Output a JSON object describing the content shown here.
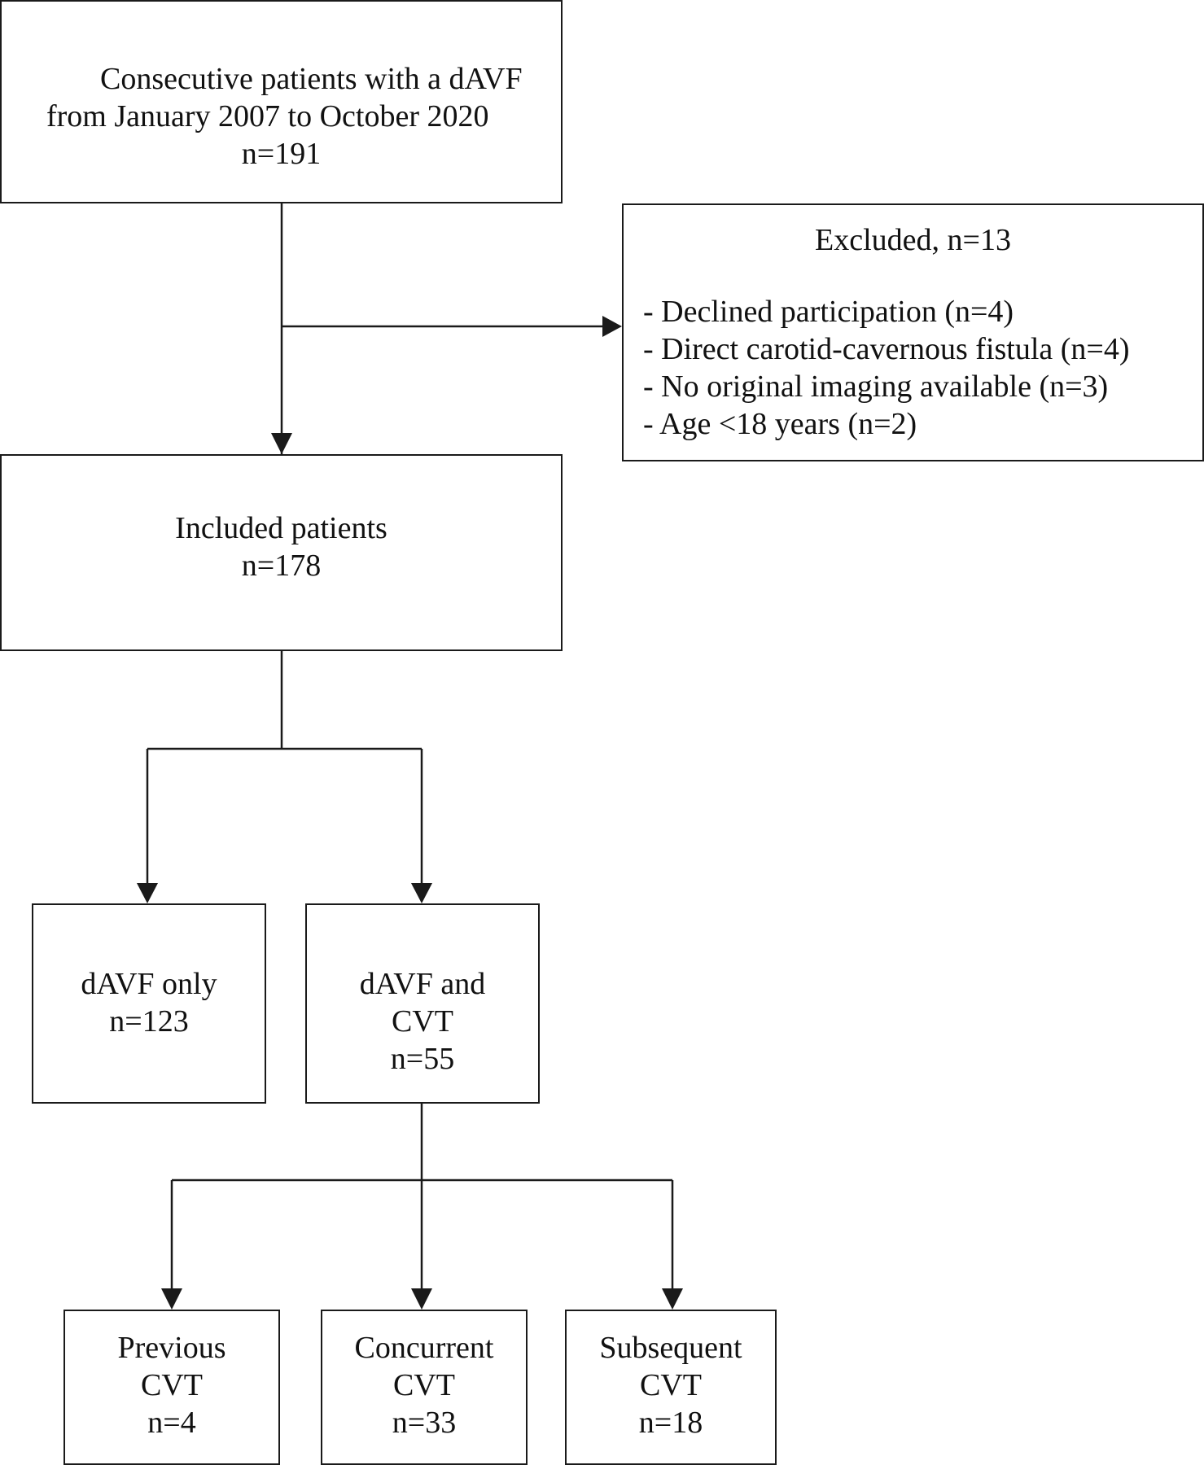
{
  "boxes": {
    "start": {
      "line1": "Consecutive patients with a dAVF",
      "line2": "from January 2007 to October 2020",
      "count": "n=191"
    },
    "excluded": {
      "title": "Excluded, n=13",
      "reasons": [
        "- Declined participation (n=4)",
        "- Direct carotid-cavernous fistula (n=4)",
        "- No original imaging available (n=3)",
        "- Age <18 years (n=2)"
      ]
    },
    "included": {
      "label": "Included patients",
      "count": "n=178"
    },
    "davf_only": {
      "label": "dAVF only",
      "count": "n=123"
    },
    "davf_cvt": {
      "line1": "dAVF and",
      "line2": "CVT",
      "count": "n=55"
    },
    "previous": {
      "line1": "Previous",
      "line2": "CVT",
      "count": "n=4"
    },
    "concurrent": {
      "line1": "Concurrent",
      "line2": "CVT",
      "count": "n=33"
    },
    "subsequent": {
      "line1": "Subsequent",
      "line2": "CVT",
      "count": "n=18"
    }
  },
  "colors": {
    "line": "#1a1a1a",
    "text": "#111111",
    "background": "#ffffff"
  }
}
